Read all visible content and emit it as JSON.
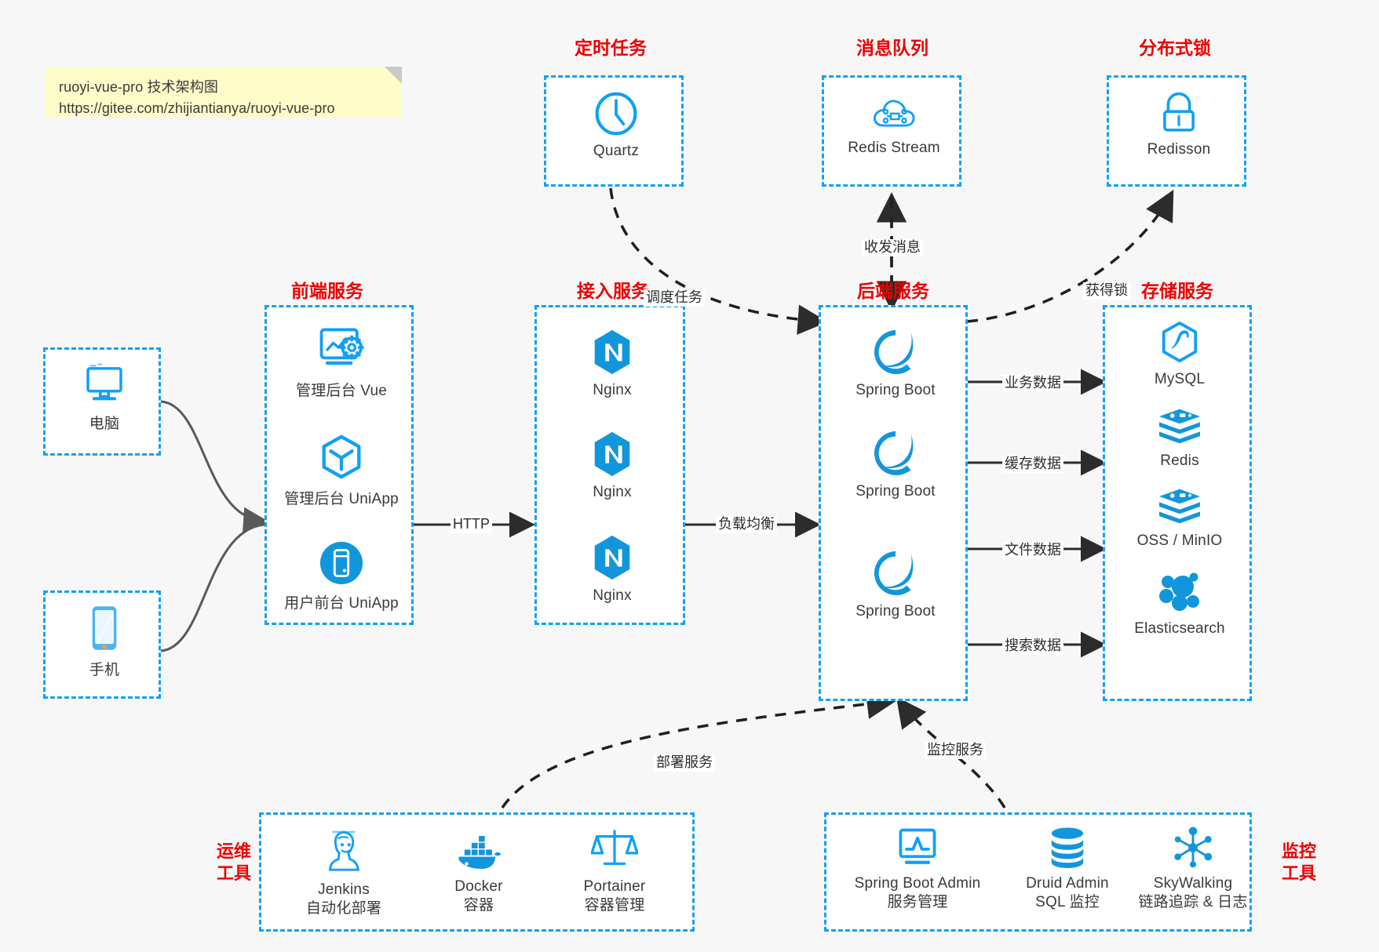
{
  "note": {
    "line1": "ruoyi-vue-pro 技术架构图",
    "line2": "https://gitee.com/zhijiantianya/ruoyi-vue-pro"
  },
  "colors": {
    "accent_blue": "#11a0f7",
    "title_red": "#ee0000",
    "icon_blue": "#1296db",
    "note_bg": "#fdfbc8",
    "page_bg": "#f7f7f7",
    "edge_black": "#2c2c2c",
    "edge_gray": "#595959"
  },
  "groups": {
    "scheduler": {
      "title": "定时任务",
      "nodes": [
        {
          "label": "Quartz",
          "icon": "clock-icon"
        }
      ]
    },
    "mq": {
      "title": "消息队列",
      "nodes": [
        {
          "label": "Redis Stream",
          "icon": "cloud-network-icon"
        }
      ]
    },
    "lock": {
      "title": "分布式锁",
      "nodes": [
        {
          "label": "Redisson",
          "icon": "lock-icon"
        }
      ]
    },
    "client_pc": {
      "title": "",
      "nodes": [
        {
          "label": "电脑",
          "icon": "desktop-icon"
        }
      ]
    },
    "client_mob": {
      "title": "",
      "nodes": [
        {
          "label": "手机",
          "icon": "phone-icon"
        }
      ]
    },
    "frontend": {
      "title": "前端服务",
      "nodes": [
        {
          "label": "管理后台 Vue",
          "icon": "dashboard-gear-icon"
        },
        {
          "label": "管理后台 UniApp",
          "icon": "cube-icon"
        },
        {
          "label": "用户前台 UniApp",
          "icon": "mobile-circle-icon"
        }
      ]
    },
    "gateway": {
      "title": "接入服务",
      "nodes": [
        {
          "label": "Nginx",
          "icon": "nginx-icon"
        },
        {
          "label": "Nginx",
          "icon": "nginx-icon"
        },
        {
          "label": "Nginx",
          "icon": "nginx-icon"
        }
      ]
    },
    "backend": {
      "title": "后端服务",
      "nodes": [
        {
          "label": "Spring Boot",
          "icon": "spring-boot-icon"
        },
        {
          "label": "Spring Boot",
          "icon": "spring-boot-icon"
        },
        {
          "label": "Spring Boot",
          "icon": "spring-boot-icon"
        }
      ]
    },
    "storage": {
      "title": "存储服务",
      "nodes": [
        {
          "label": "MySQL",
          "icon": "mysql-icon"
        },
        {
          "label": "Redis",
          "icon": "redis-icon"
        },
        {
          "label": "OSS / MinIO",
          "icon": "redis-icon"
        },
        {
          "label": "Elasticsearch",
          "icon": "elasticsearch-icon"
        }
      ]
    },
    "devops": {
      "title_line1": "运维",
      "title_line2": "工具",
      "nodes": [
        {
          "label": "Jenkins",
          "sub": "自动化部署",
          "icon": "jenkins-icon"
        },
        {
          "label": "Docker",
          "sub": "容器",
          "icon": "docker-icon"
        },
        {
          "label": "Portainer",
          "sub": "容器管理",
          "icon": "scales-icon"
        }
      ]
    },
    "monitor": {
      "title_line1": "监控",
      "title_line2": "工具",
      "nodes": [
        {
          "label": "Spring Boot Admin",
          "sub": "服务管理",
          "icon": "monitor-chart-icon"
        },
        {
          "label": "Druid Admin",
          "sub": "SQL 监控",
          "icon": "database-icon"
        },
        {
          "label": "SkyWalking",
          "sub": "链路追踪 & 日志",
          "icon": "skywalking-icon"
        }
      ]
    }
  },
  "edges": {
    "http": "HTTP",
    "load_balance": "负载均衡",
    "schedule": "调度任务",
    "message": "收发消息",
    "get_lock": "获得锁",
    "biz_data": "业务数据",
    "cache_data": "缓存数据",
    "file_data": "文件数据",
    "search_data": "搜索数据",
    "deploy": "部署服务",
    "monitor": "监控服务"
  }
}
